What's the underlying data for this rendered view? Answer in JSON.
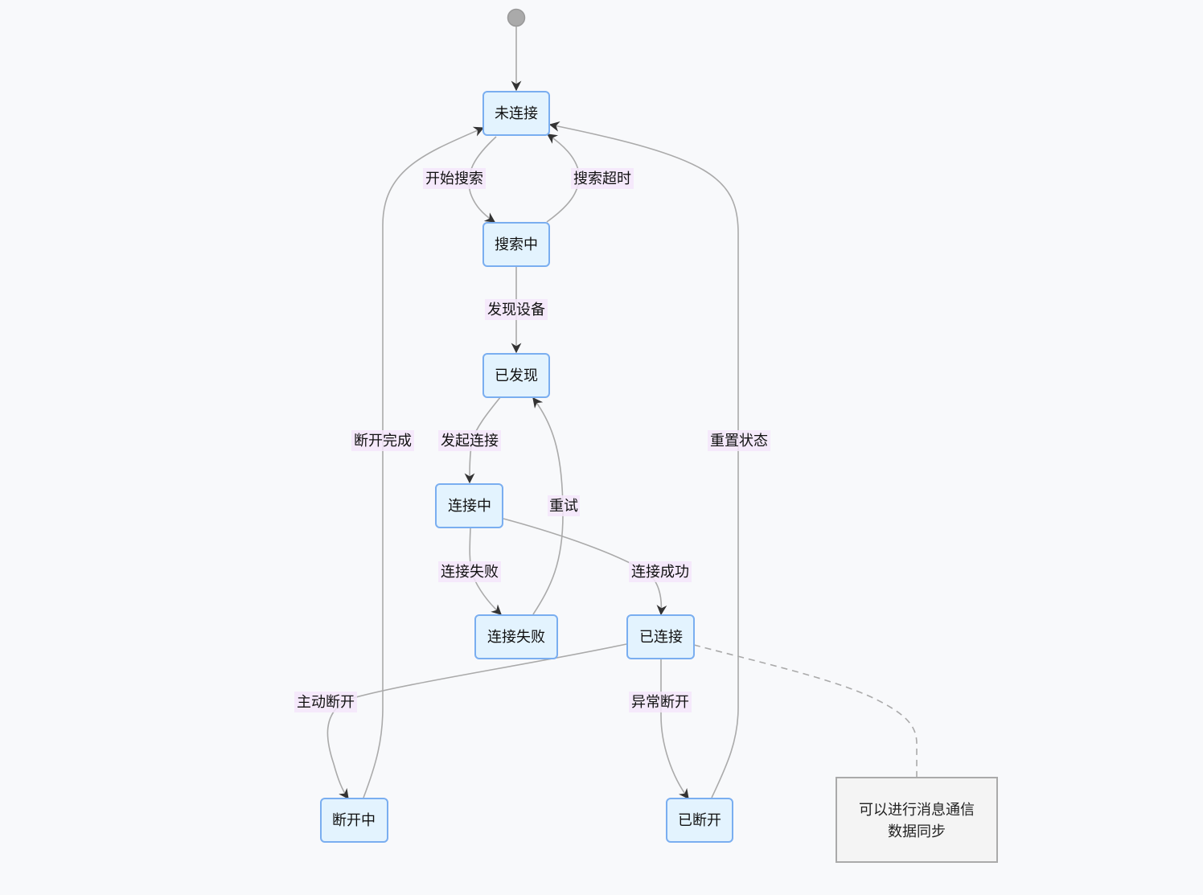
{
  "states": {
    "disconnected": "未连接",
    "searching": "搜索中",
    "discovered": "已发现",
    "connecting": "连接中",
    "failed": "连接失败",
    "connected": "已连接",
    "disconnecting": "断开中",
    "broken": "已断开"
  },
  "transitions": {
    "start_search": "开始搜索",
    "search_timeout": "搜索超时",
    "found_device": "发现设备",
    "initiate_connect": "发起连接",
    "connect_fail": "连接失败",
    "retry": "重试",
    "connect_success": "连接成功",
    "manual_disconnect": "主动断开",
    "abnormal_disconnect": "异常断开",
    "disconnect_done": "断开完成",
    "reset_state": "重置状态"
  },
  "note": {
    "line1": "可以进行消息通信",
    "line2": "数据同步"
  },
  "colors": {
    "state_fill": "#e3f3fe",
    "state_border": "#7aaef0",
    "edge": "#aaaaaa",
    "arrow": "#333333",
    "label_bg": "#f4e6fa",
    "note_fill": "#f4f4f4"
  }
}
